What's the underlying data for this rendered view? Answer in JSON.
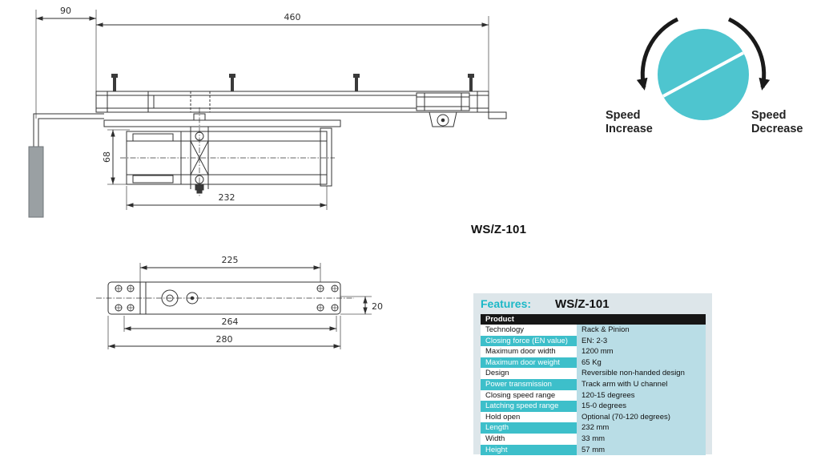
{
  "colors": {
    "teal_dial": "#4ec5cf",
    "teal_row": "#3dbfca",
    "light_blue_cell": "#b9dde6",
    "product_header_bg": "#161616",
    "panel_bg": "#dde6ea",
    "features_heading": "#1cb8c7"
  },
  "side_view": {
    "dim_top_left": "90",
    "dim_top_full": "460",
    "dim_body_height": "68",
    "dim_body_length": "232"
  },
  "top_view": {
    "dim_hole_span": "225",
    "dim_offset": "20",
    "dim_mid_span": "264",
    "dim_full_span": "280"
  },
  "speed_dial": {
    "increase_line1": "Speed",
    "increase_line2": "Increase",
    "decrease_line1": "Speed",
    "decrease_line2": "Decrease"
  },
  "model_label": "WS/Z-101",
  "features": {
    "heading": "Features:",
    "model": "WS/Z-101",
    "product_header": "Product",
    "rows": [
      {
        "label": "Technology",
        "value": "Rack & Pinion"
      },
      {
        "label": "Closing force (EN value)",
        "value": "EN: 2-3"
      },
      {
        "label": "Maximum door width",
        "value": "1200 mm"
      },
      {
        "label": "Maximum door weight",
        "value": "65 Kg"
      },
      {
        "label": "Design",
        "value": "Reversible non-handed design"
      },
      {
        "label": "Power transmission",
        "value": "Track arm with U channel"
      },
      {
        "label": "Closing speed range",
        "value": "120-15 degrees"
      },
      {
        "label": "Latching speed range",
        "value": "15-0 degrees"
      },
      {
        "label": "Hold open",
        "value": "Optional (70-120 degrees)"
      },
      {
        "label": "Length",
        "value": "232 mm"
      },
      {
        "label": "Width",
        "value": "33 mm"
      },
      {
        "label": "Height",
        "value": "57 mm"
      }
    ]
  }
}
